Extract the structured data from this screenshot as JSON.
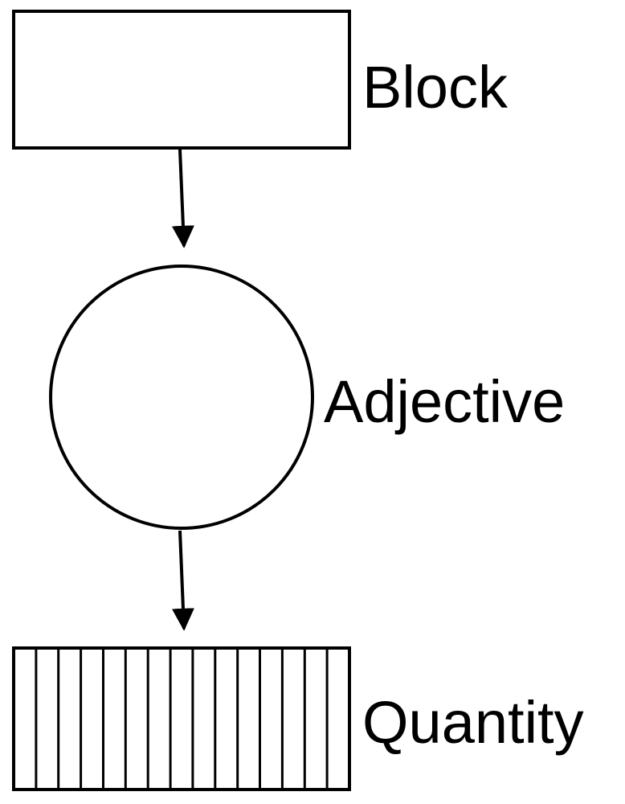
{
  "diagram": {
    "nodes": [
      {
        "id": "block",
        "shape": "rectangle",
        "fill": "none",
        "label": "Block"
      },
      {
        "id": "adjective",
        "shape": "circle",
        "fill": "none",
        "label": "Adjective"
      },
      {
        "id": "quantity",
        "shape": "rectangle",
        "fill": "vertical-stripes",
        "label": "Quantity"
      }
    ],
    "edges": [
      {
        "from": "block",
        "to": "adjective",
        "style": "arrow"
      },
      {
        "from": "adjective",
        "to": "quantity",
        "style": "arrow"
      }
    ],
    "colors": {
      "stroke": "#000000",
      "background": "#ffffff"
    }
  }
}
